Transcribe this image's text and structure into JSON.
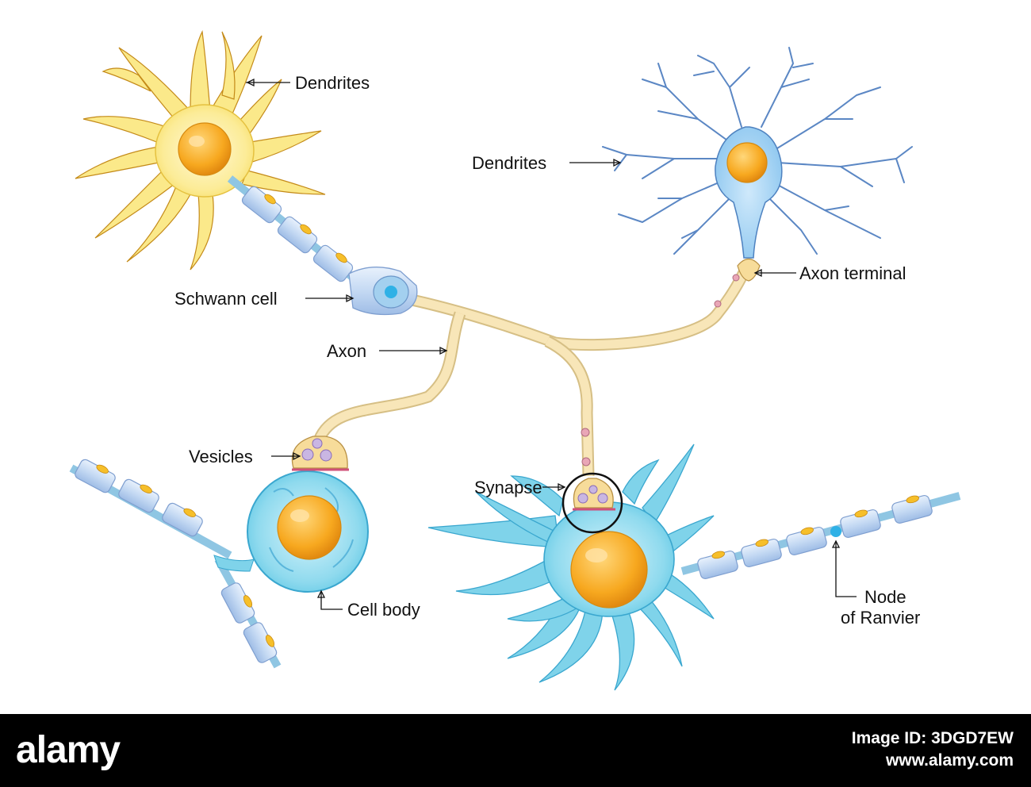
{
  "labels": {
    "dendrites_left": "Dendrites",
    "dendrites_right": "Dendrites",
    "schwann_cell": "Schwann cell",
    "axon": "Axon",
    "axon_terminal": "Axon terminal",
    "vesicles": "Vesicles",
    "synapse": "Synapse",
    "cell_body": "Cell body",
    "node_line1": "Node",
    "node_line2": "of Ranvier"
  },
  "footer": {
    "brand": "alamy",
    "image_id": "Image ID: 3DGD7EW",
    "site": "www.alamy.com"
  },
  "colors": {
    "yellow_cell": "#fbe98a",
    "blue_cell": "#7fd3ea",
    "nucleus": "#f7a81f",
    "axon": "#f8e6b8",
    "myelin": "#cfe2f6"
  }
}
